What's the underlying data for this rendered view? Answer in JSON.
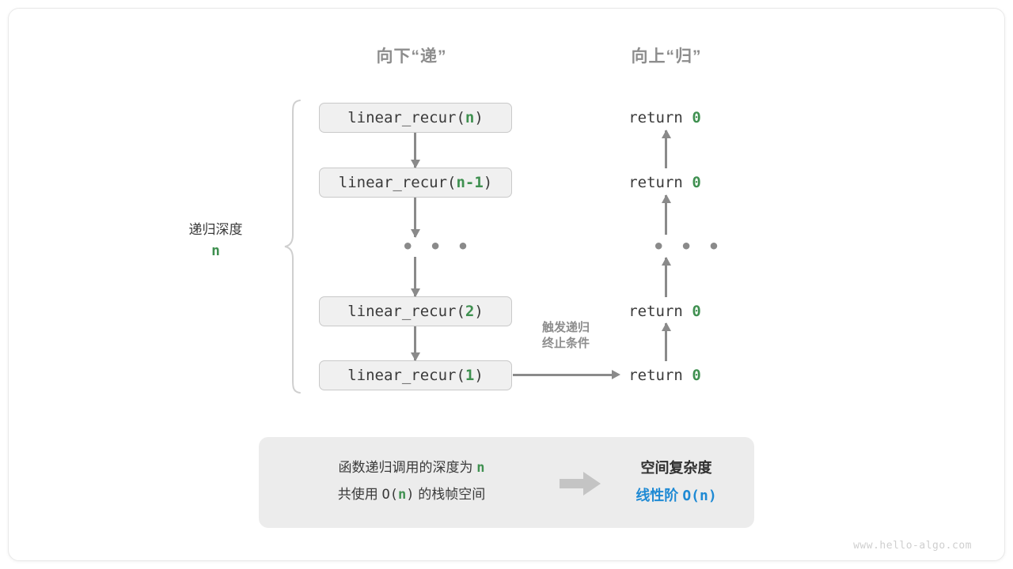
{
  "headers": {
    "down": "向下“递”",
    "up": "向上“归”"
  },
  "depth": {
    "label": "递归深度",
    "value": "n"
  },
  "call_stack": {
    "frames": [
      {
        "prefix": "linear_recur(",
        "arg": "n",
        "suffix": ")"
      },
      {
        "prefix": "linear_recur(",
        "arg": "n-1",
        "suffix": ")"
      },
      {
        "prefix": "linear_recur(",
        "arg": "2",
        "suffix": ")"
      },
      {
        "prefix": "linear_recur(",
        "arg": "1",
        "suffix": ")"
      }
    ],
    "ellipsis": "• • •"
  },
  "returns": {
    "keyword": "return",
    "value": "0",
    "ellipsis": "• • •"
  },
  "trigger": {
    "line1": "触发递归",
    "line2": "终止条件"
  },
  "summary": {
    "left_line1_a": "函数递归调用的深度为",
    "left_line1_n": "n",
    "left_line2_a": "共使用",
    "left_line2_b": "O(",
    "left_line2_n": "n",
    "left_line2_c": ")",
    "left_line2_d": "的栈帧空间",
    "right_title": "空间复杂度",
    "right_value_a": "线性阶",
    "right_value_b": "O(n)"
  },
  "watermark": "www.hello-algo.com",
  "colors": {
    "accent_green": "#3f9050",
    "accent_blue": "#1f8ad4",
    "arrow_gray": "#8a8a8a",
    "box_fill": "#f0f0f0",
    "panel_fill": "#ececec"
  }
}
